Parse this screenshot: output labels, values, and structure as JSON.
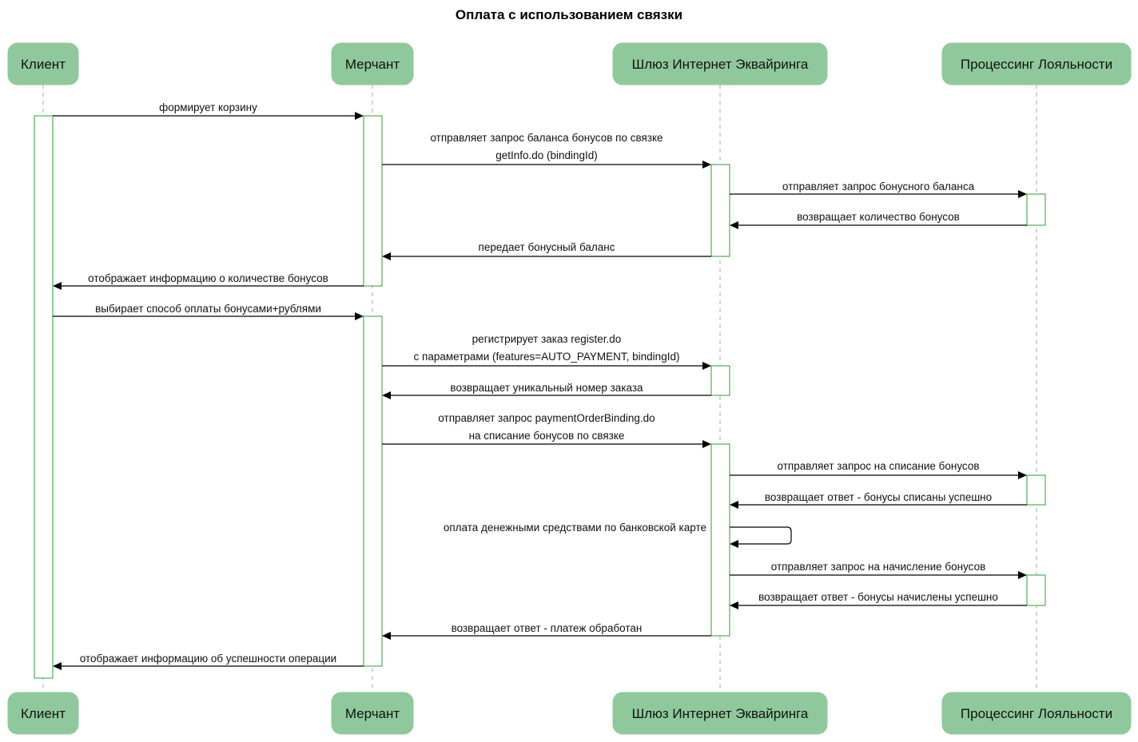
{
  "title": "Оплата с использованием связки",
  "participants": [
    {
      "id": "client",
      "label": "Клиент"
    },
    {
      "id": "merchant",
      "label": "Мерчант"
    },
    {
      "id": "gateway",
      "label": "Шлюз Интернет Эквайринга"
    },
    {
      "id": "loyalty",
      "label": "Процессинг Лояльности"
    }
  ],
  "messages": [
    {
      "from": "client",
      "to": "merchant",
      "lines": [
        "формирует корзину"
      ]
    },
    {
      "from": "merchant",
      "to": "gateway",
      "lines": [
        "отправляет запрос баланса бонусов по связке",
        "getInfo.do (bindingId)"
      ]
    },
    {
      "from": "gateway",
      "to": "loyalty",
      "lines": [
        "отправляет запрос бонусного баланса"
      ]
    },
    {
      "from": "loyalty",
      "to": "gateway",
      "lines": [
        "возвращает количество бонусов"
      ]
    },
    {
      "from": "gateway",
      "to": "merchant",
      "lines": [
        "передает бонусный баланс"
      ]
    },
    {
      "from": "merchant",
      "to": "client",
      "lines": [
        "отображает информацию о количестве бонусов"
      ]
    },
    {
      "from": "client",
      "to": "merchant",
      "lines": [
        "выбирает способ оплаты бонусами+рублями"
      ]
    },
    {
      "from": "merchant",
      "to": "gateway",
      "lines": [
        "регистрирует заказ register.do",
        "с параметрами (features=AUTO_PAYMENT, bindingId)"
      ]
    },
    {
      "from": "gateway",
      "to": "merchant",
      "lines": [
        "возвращает уникальный номер заказа"
      ]
    },
    {
      "from": "merchant",
      "to": "gateway",
      "lines": [
        "отправляет запрос paymentOrderBinding.do",
        "на списание бонусов по связке"
      ]
    },
    {
      "from": "gateway",
      "to": "loyalty",
      "lines": [
        "отправляет запрос на списание бонусов"
      ]
    },
    {
      "from": "loyalty",
      "to": "gateway",
      "lines": [
        "возвращает ответ - бонусы списаны успешно"
      ]
    },
    {
      "from": "gateway",
      "to": "gateway",
      "lines": [
        "оплата денежными средствами по банковской карте"
      ]
    },
    {
      "from": "gateway",
      "to": "loyalty",
      "lines": [
        "отправляет запрос на начисление бонусов"
      ]
    },
    {
      "from": "loyalty",
      "to": "gateway",
      "lines": [
        "возвращает ответ - бонусы начислены успешно"
      ]
    },
    {
      "from": "gateway",
      "to": "merchant",
      "lines": [
        "возвращает ответ - платеж обработан"
      ]
    },
    {
      "from": "merchant",
      "to": "client",
      "lines": [
        "отображает информацию об успешности операции"
      ]
    }
  ],
  "colors": {
    "participant_fill": "#8fc99b",
    "activation_border": "#4caf50",
    "arrow": "#000000"
  }
}
